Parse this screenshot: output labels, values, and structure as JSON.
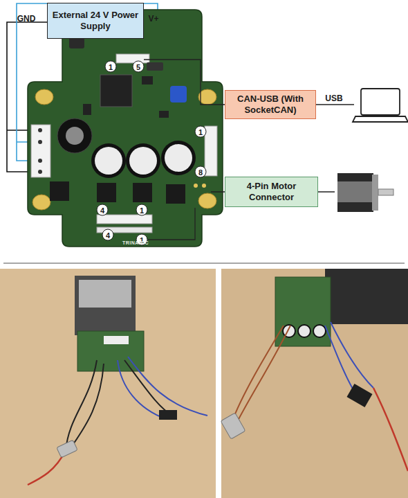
{
  "diagram": {
    "nodes": [
      {
        "text": [
          "External 24 V Power Supply"
        ]
      },
      {
        "text": [
          "CAN-USB (With SocketCAN)"
        ]
      },
      {
        "text": [
          "4-Pin Motor Connector"
        ]
      }
    ],
    "labels": [
      "GND",
      "V+",
      "1",
      "5",
      "USB",
      "1",
      "8",
      "4",
      "1",
      "4",
      "1",
      "TRINAMIC"
    ]
  }
}
